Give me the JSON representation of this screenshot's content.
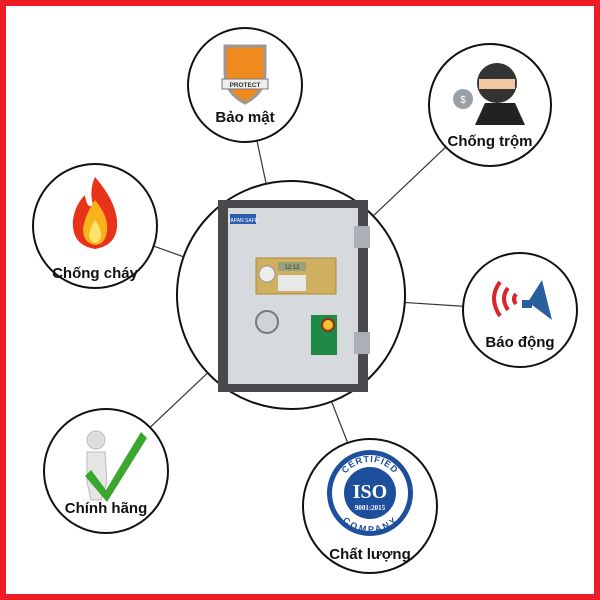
{
  "features": [
    {
      "id": "bao-mat",
      "label": "Bảo mật",
      "icon": "shield-icon",
      "icon_text": "PROTECT"
    },
    {
      "id": "chong-trom",
      "label": "Chống trộm",
      "icon": "thief-icon"
    },
    {
      "id": "chong-chay",
      "label": "Chống cháy",
      "icon": "fire-icon"
    },
    {
      "id": "bao-dong",
      "label": "Báo động",
      "icon": "alarm-icon"
    },
    {
      "id": "chinh-hang",
      "label": "Chính hãng",
      "icon": "checkmark-person-icon"
    },
    {
      "id": "chat-luong",
      "label": "Chất lượng",
      "icon": "iso-badge-icon"
    }
  ],
  "iso_badge": {
    "top": "CERTIFIED",
    "main": "ISO",
    "standard": "9001:2015",
    "bottom": "COMPANY"
  },
  "safe": {
    "brand": "JAPAN SAFE",
    "display": "12:12"
  },
  "colors": {
    "border": "#ee1c24",
    "iso_blue": "#1d4f9c",
    "check_green": "#3aa82e",
    "alarm_red": "#d9252b",
    "alarm_blue": "#2a5f9e"
  }
}
